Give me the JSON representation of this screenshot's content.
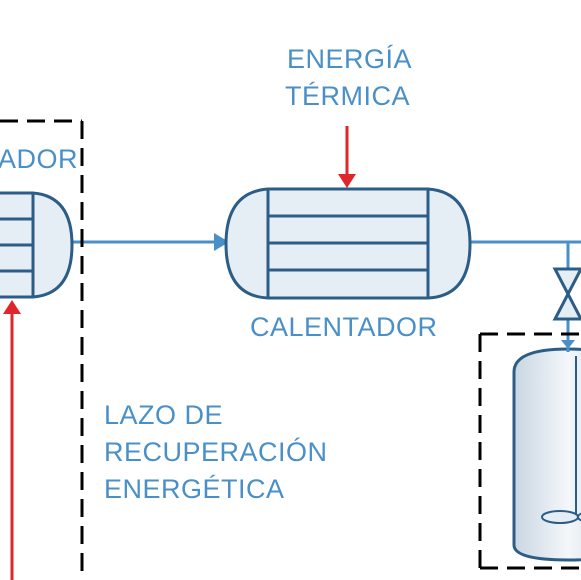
{
  "colors": {
    "pipe": "#4a90c8",
    "equipment_stroke": "#2c5d87",
    "equipment_fill": "#e6eef5",
    "energy_arrow": "#e0262a",
    "boundary": "#000000",
    "label": "#4a90c8"
  },
  "labels": {
    "thermal_energy_line1": "ENERGÍA",
    "thermal_energy_line2": "TÉRMICA",
    "left_exchanger": "ADOR",
    "heater": "CALENTADOR",
    "recovery_loop_line1": "LAZO DE",
    "recovery_loop_line2": "RECUPERACIÓN",
    "recovery_loop_line3": "ENERGÉTICA"
  }
}
